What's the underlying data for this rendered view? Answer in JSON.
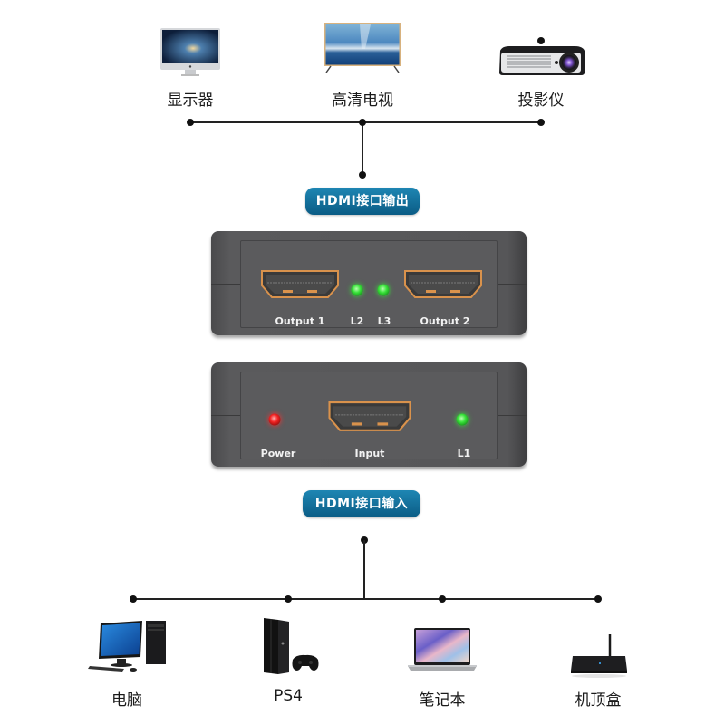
{
  "outputs": {
    "devices": [
      {
        "label": "显示器",
        "icon": "monitor-icon"
      },
      {
        "label": "高清电视",
        "icon": "tv-icon"
      },
      {
        "label": "投影仪",
        "icon": "projector-icon"
      }
    ],
    "badge": "HDMI接口输出"
  },
  "splitter": {
    "output_panel": {
      "ports": [
        "Output 1",
        "Output 2"
      ],
      "leds": [
        {
          "label": "L2",
          "color": "#38e03a"
        },
        {
          "label": "L3",
          "color": "#38e03a"
        }
      ]
    },
    "input_panel": {
      "port": "Input",
      "leds": [
        {
          "label": "Power",
          "color": "#f22222"
        },
        {
          "label": "L1",
          "color": "#38e03a"
        }
      ]
    }
  },
  "inputs": {
    "badge": "HDMI接口输入",
    "devices": [
      {
        "label": "电脑",
        "icon": "desktop-pc-icon"
      },
      {
        "label": "PS4",
        "icon": "game-console-icon"
      },
      {
        "label": "笔记本",
        "icon": "laptop-icon"
      },
      {
        "label": "机顶盒",
        "icon": "set-top-box-icon"
      }
    ]
  },
  "colors": {
    "badge": "#0f6f9b",
    "device_body": "#565658",
    "port_trim": "#d9924c"
  }
}
